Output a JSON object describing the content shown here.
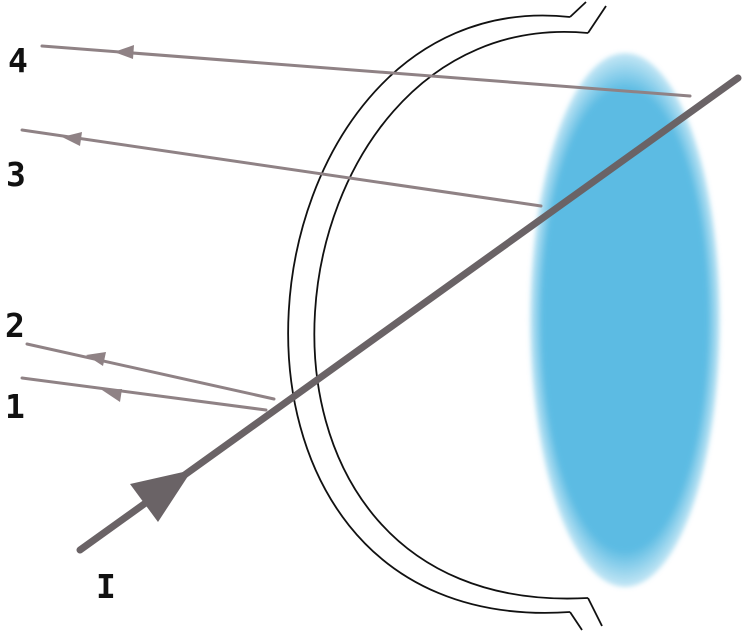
{
  "labels": {
    "ray_1": "1",
    "ray_2": "2",
    "ray_3": "3",
    "ray_4": "4",
    "incident": "I"
  },
  "colors": {
    "background": "#ffffff",
    "lens": "#5bbbe3",
    "incident_ray": "#6a6366",
    "reflected_rays": "#8f8285",
    "outline": "#111111"
  },
  "icons": {
    "arrowhead": "arrowhead-icon"
  }
}
